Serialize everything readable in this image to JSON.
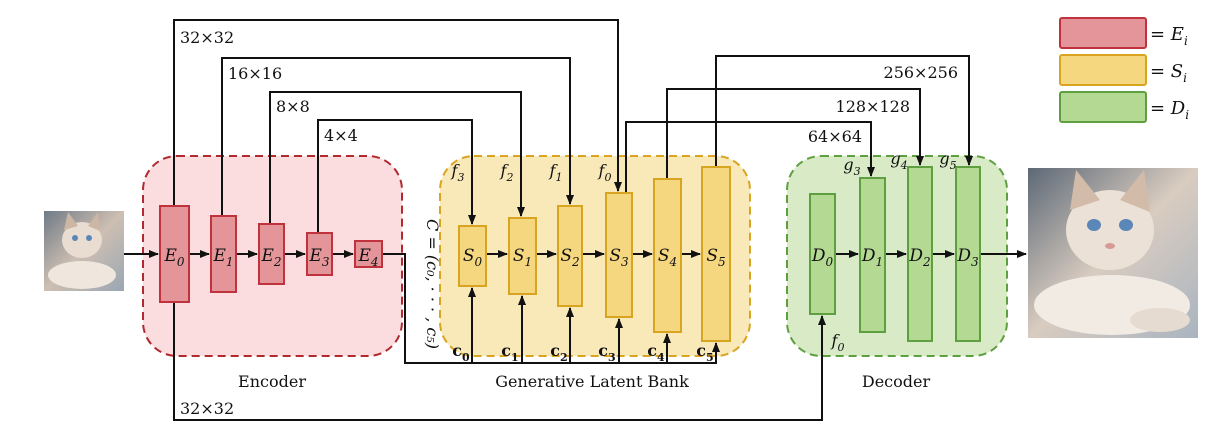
{
  "legend": {
    "encoder": {
      "text": "= E",
      "sub": "i",
      "color": "#e4959a",
      "stroke": "#c0323c"
    },
    "bank": {
      "text": "= S",
      "sub": "i",
      "color": "#f4d77e",
      "stroke": "#d9a521"
    },
    "decoder": {
      "text": "= D",
      "sub": "i",
      "color": "#b4d993",
      "stroke": "#5ea040"
    }
  },
  "regions": {
    "encoder": {
      "label": "Encoder",
      "fill": "#fbdcdf",
      "stroke": "#b02a2f"
    },
    "bank": {
      "label": "Generative Latent Bank",
      "fill": "#f9e8b8",
      "stroke": "#d9a521"
    },
    "decoder": {
      "label": "Decoder",
      "fill": "#d8ebc6",
      "stroke": "#5ea040"
    }
  },
  "encoder_blocks": [
    {
      "name": "E",
      "sub": "0"
    },
    {
      "name": "E",
      "sub": "1"
    },
    {
      "name": "E",
      "sub": "2"
    },
    {
      "name": "E",
      "sub": "3"
    },
    {
      "name": "E",
      "sub": "4"
    }
  ],
  "bank_blocks": [
    {
      "name": "S",
      "sub": "0"
    },
    {
      "name": "S",
      "sub": "1"
    },
    {
      "name": "S",
      "sub": "2"
    },
    {
      "name": "S",
      "sub": "3"
    },
    {
      "name": "S",
      "sub": "4"
    },
    {
      "name": "S",
      "sub": "5"
    }
  ],
  "decoder_blocks": [
    {
      "name": "D",
      "sub": "0"
    },
    {
      "name": "D",
      "sub": "1"
    },
    {
      "name": "D",
      "sub": "2"
    },
    {
      "name": "D",
      "sub": "3"
    }
  ],
  "skip_labels": {
    "s32": "32×32",
    "s16": "16×16",
    "s8": "8×8",
    "s4": "4×4",
    "s256": "256×256",
    "s128": "128×128",
    "s64": "64×64",
    "bottom32": "32×32"
  },
  "feature_labels": {
    "f3": {
      "name": "f",
      "sub": "3"
    },
    "f2": {
      "name": "f",
      "sub": "2"
    },
    "f1": {
      "name": "f",
      "sub": "1"
    },
    "f0": {
      "name": "f",
      "sub": "0"
    },
    "g3": {
      "name": "g",
      "sub": "3"
    },
    "g4": {
      "name": "g",
      "sub": "4"
    },
    "g5": {
      "name": "g",
      "sub": "5"
    },
    "f0_dec": {
      "name": "f",
      "sub": "0"
    }
  },
  "latent_codes": [
    {
      "name": "c",
      "sub": "0"
    },
    {
      "name": "c",
      "sub": "1"
    },
    {
      "name": "c",
      "sub": "2"
    },
    {
      "name": "c",
      "sub": "3"
    },
    {
      "name": "c",
      "sub": "4"
    },
    {
      "name": "c",
      "sub": "5"
    }
  ],
  "latent_set": "C = (c₀, · · · , c₅)"
}
